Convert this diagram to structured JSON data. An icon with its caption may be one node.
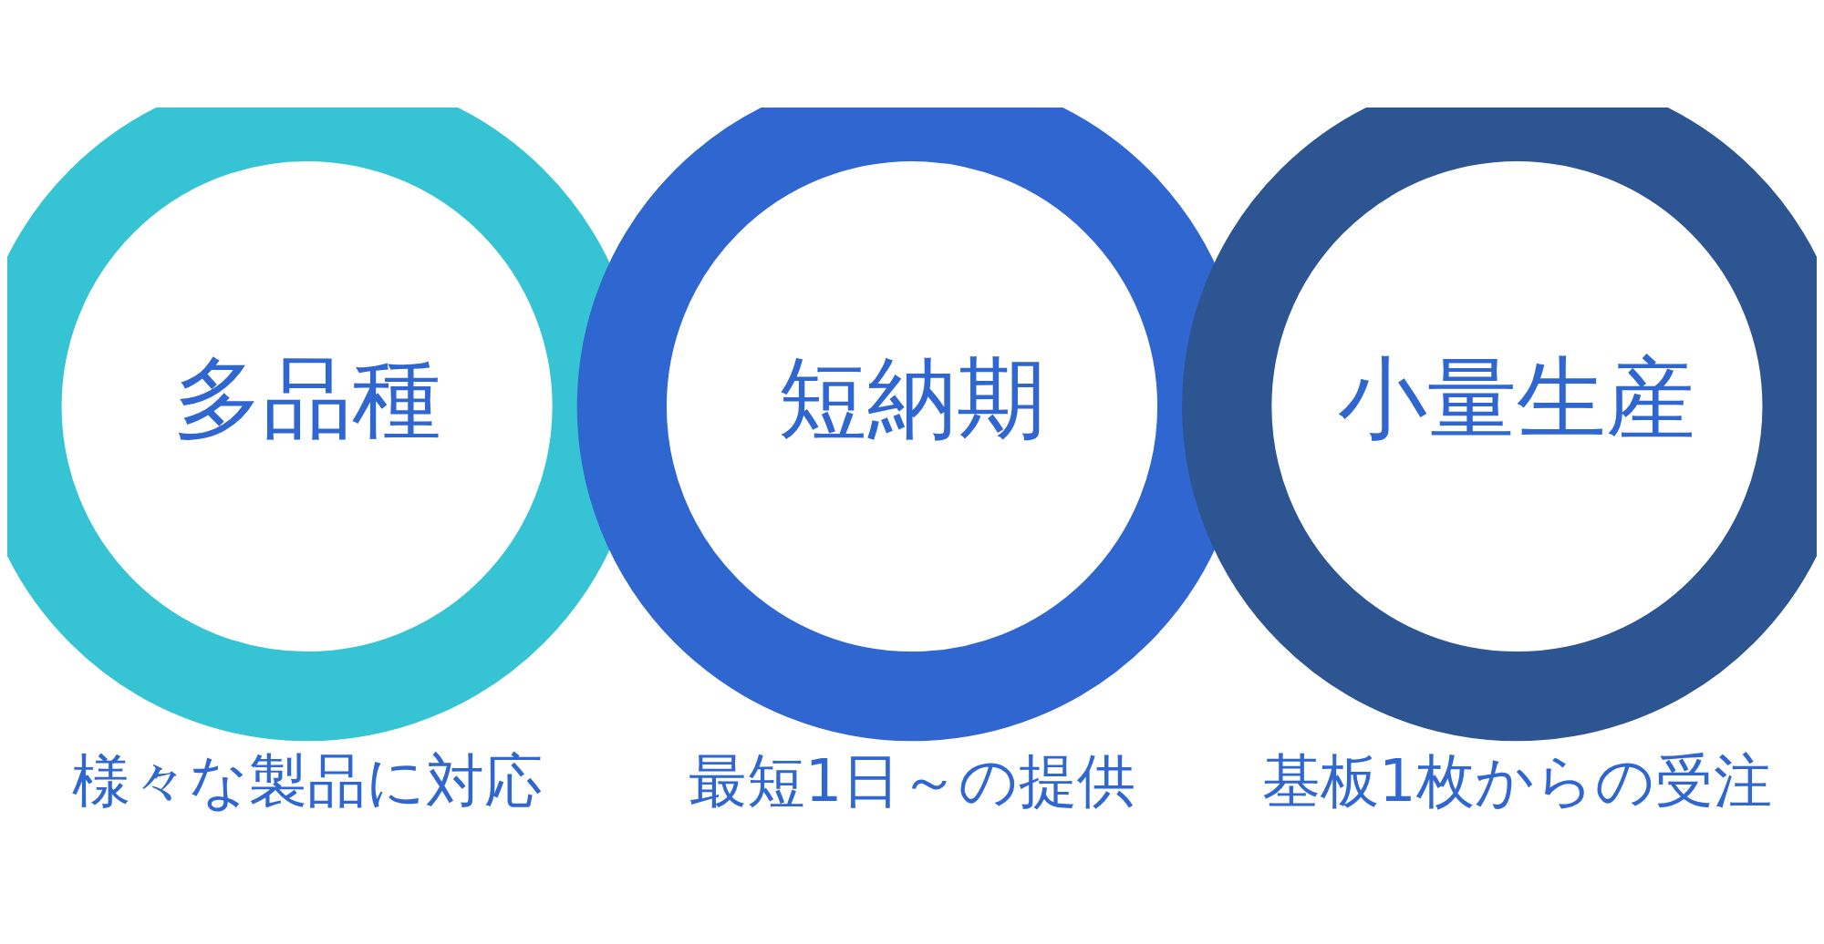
{
  "diagram": {
    "nodes": [
      {
        "text": [
          "多品種"
        ],
        "beside": [
          "様々な製品に対応"
        ]
      },
      {
        "text": [
          "短納期"
        ],
        "beside": [
          "最短1日～の提供"
        ]
      },
      {
        "text": [
          "小量生産"
        ],
        "beside": [
          "基板1枚からの受注"
        ]
      }
    ],
    "edges": []
  }
}
